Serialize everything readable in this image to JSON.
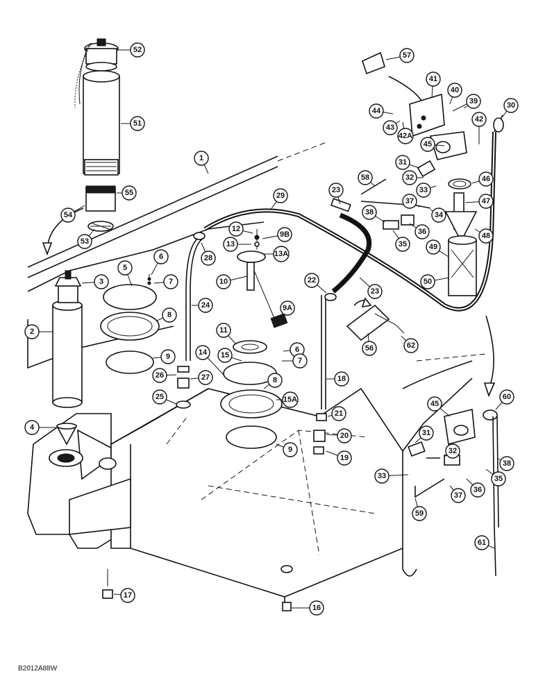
{
  "diagram": {
    "footer_code": "B2012A88W",
    "callouts": [
      "1",
      "2",
      "3",
      "4",
      "5",
      "6",
      "7",
      "8",
      "9",
      "9A",
      "9B",
      "10",
      "11",
      "12",
      "13",
      "13A",
      "14",
      "15",
      "15A",
      "16",
      "17",
      "18",
      "19",
      "20",
      "21",
      "22",
      "23",
      "24",
      "25",
      "26",
      "27",
      "28",
      "29",
      "30",
      "31",
      "32",
      "33",
      "34",
      "35",
      "36",
      "37",
      "38",
      "39",
      "40",
      "41",
      "42",
      "42A",
      "43",
      "44",
      "45",
      "46",
      "47",
      "48",
      "49",
      "50",
      "51",
      "52",
      "53",
      "54",
      "55",
      "56",
      "57",
      "58",
      "59",
      "60",
      "61",
      "62"
    ]
  }
}
